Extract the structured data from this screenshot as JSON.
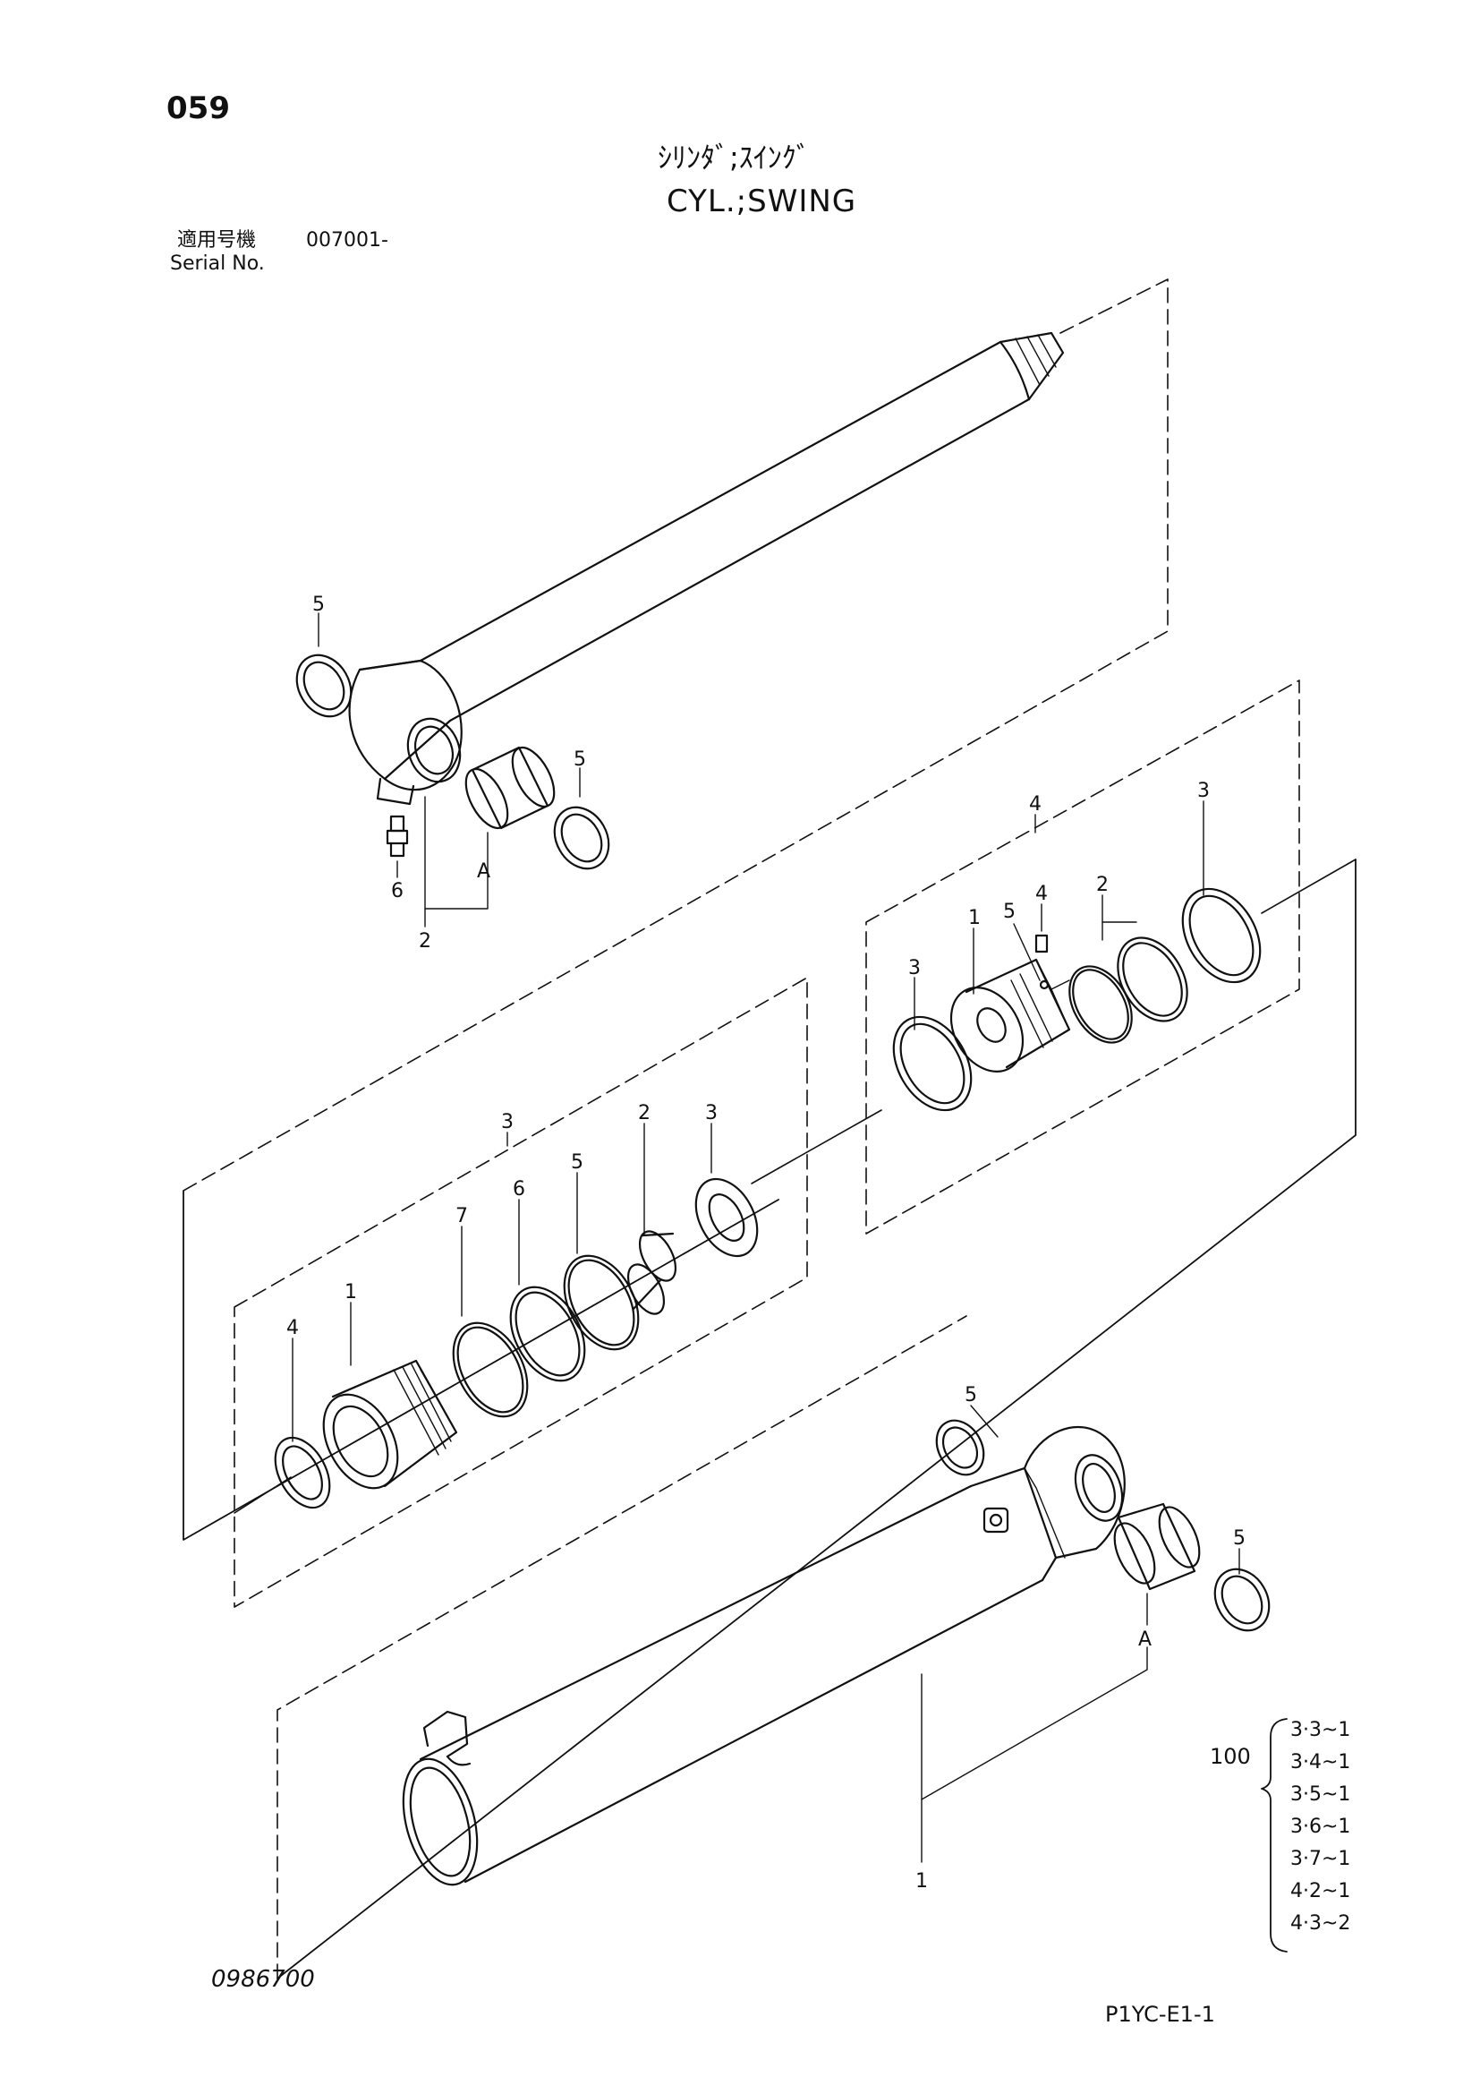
{
  "header": {
    "page_number": "059",
    "title_jp": "ｼﾘﾝﾀﾞ;ｽｲﾝｸﾞ",
    "title_en": "CYL.;SWING",
    "serial_label_jp": "適用号機",
    "serial_number": "007001-",
    "serial_label_en": "Serial No."
  },
  "callouts": {
    "rod_ring_left": "5",
    "rod_bushing_ring": "5",
    "rod_grease_fitting": "6",
    "rod_pin_group": "2",
    "rod_A": "A",
    "piston_kit": "4",
    "piston_wear_ring_right": "3",
    "piston_seal_group": "2",
    "piston_setscrew": "4",
    "piston_steel_ball": "5",
    "piston_body": "1",
    "piston_wear_ring_left": "3",
    "head_kit": "3",
    "head_backup_ring": "7",
    "head_oring_6": "6",
    "head_oring_5": "5",
    "head_bushing": "2",
    "head_rod_seal": "3",
    "head_wiper": "4",
    "head_body": "1",
    "tube_ring_top": "5",
    "tube_ring_right": "5",
    "tube_A": "A",
    "tube_label": "1"
  },
  "seal_kit": {
    "label": "100",
    "items": [
      "3·3~1",
      "3·4~1",
      "3·5~1",
      "3·6~1",
      "3·7~1",
      "4·2~1",
      "4·3~2"
    ]
  },
  "footer": {
    "drawing_number": "0986700",
    "sheet_code": "P1YC-E1-1"
  }
}
